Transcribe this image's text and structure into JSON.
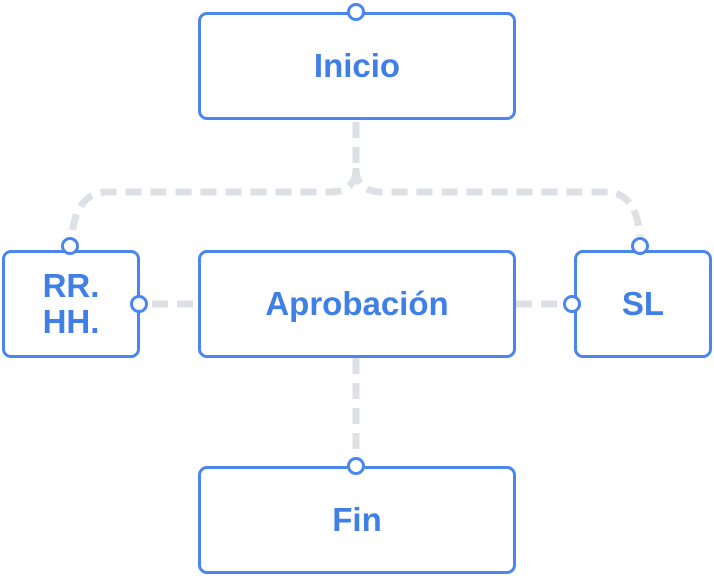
{
  "diagram": {
    "colors": {
      "accent": "#4a86ee",
      "text": "#3f7fe6",
      "connector": "#dde1e5",
      "background": "#ffffff"
    },
    "nodes": {
      "inicio": {
        "label": "Inicio"
      },
      "rrhh": {
        "label_line1": "RR.",
        "label_line2": "HH."
      },
      "aprobacion": {
        "label": "Aprobación"
      },
      "sl": {
        "label": "SL"
      },
      "fin": {
        "label": "Fin"
      }
    },
    "connections": [
      {
        "from": "inicio",
        "to": "rrhh",
        "style": "dashed"
      },
      {
        "from": "inicio",
        "to": "sl",
        "style": "dashed"
      },
      {
        "from": "rrhh",
        "to": "aprobacion",
        "style": "dashed"
      },
      {
        "from": "aprobacion",
        "to": "sl",
        "style": "dashed"
      },
      {
        "from": "aprobacion",
        "to": "fin",
        "style": "dashed"
      }
    ]
  }
}
